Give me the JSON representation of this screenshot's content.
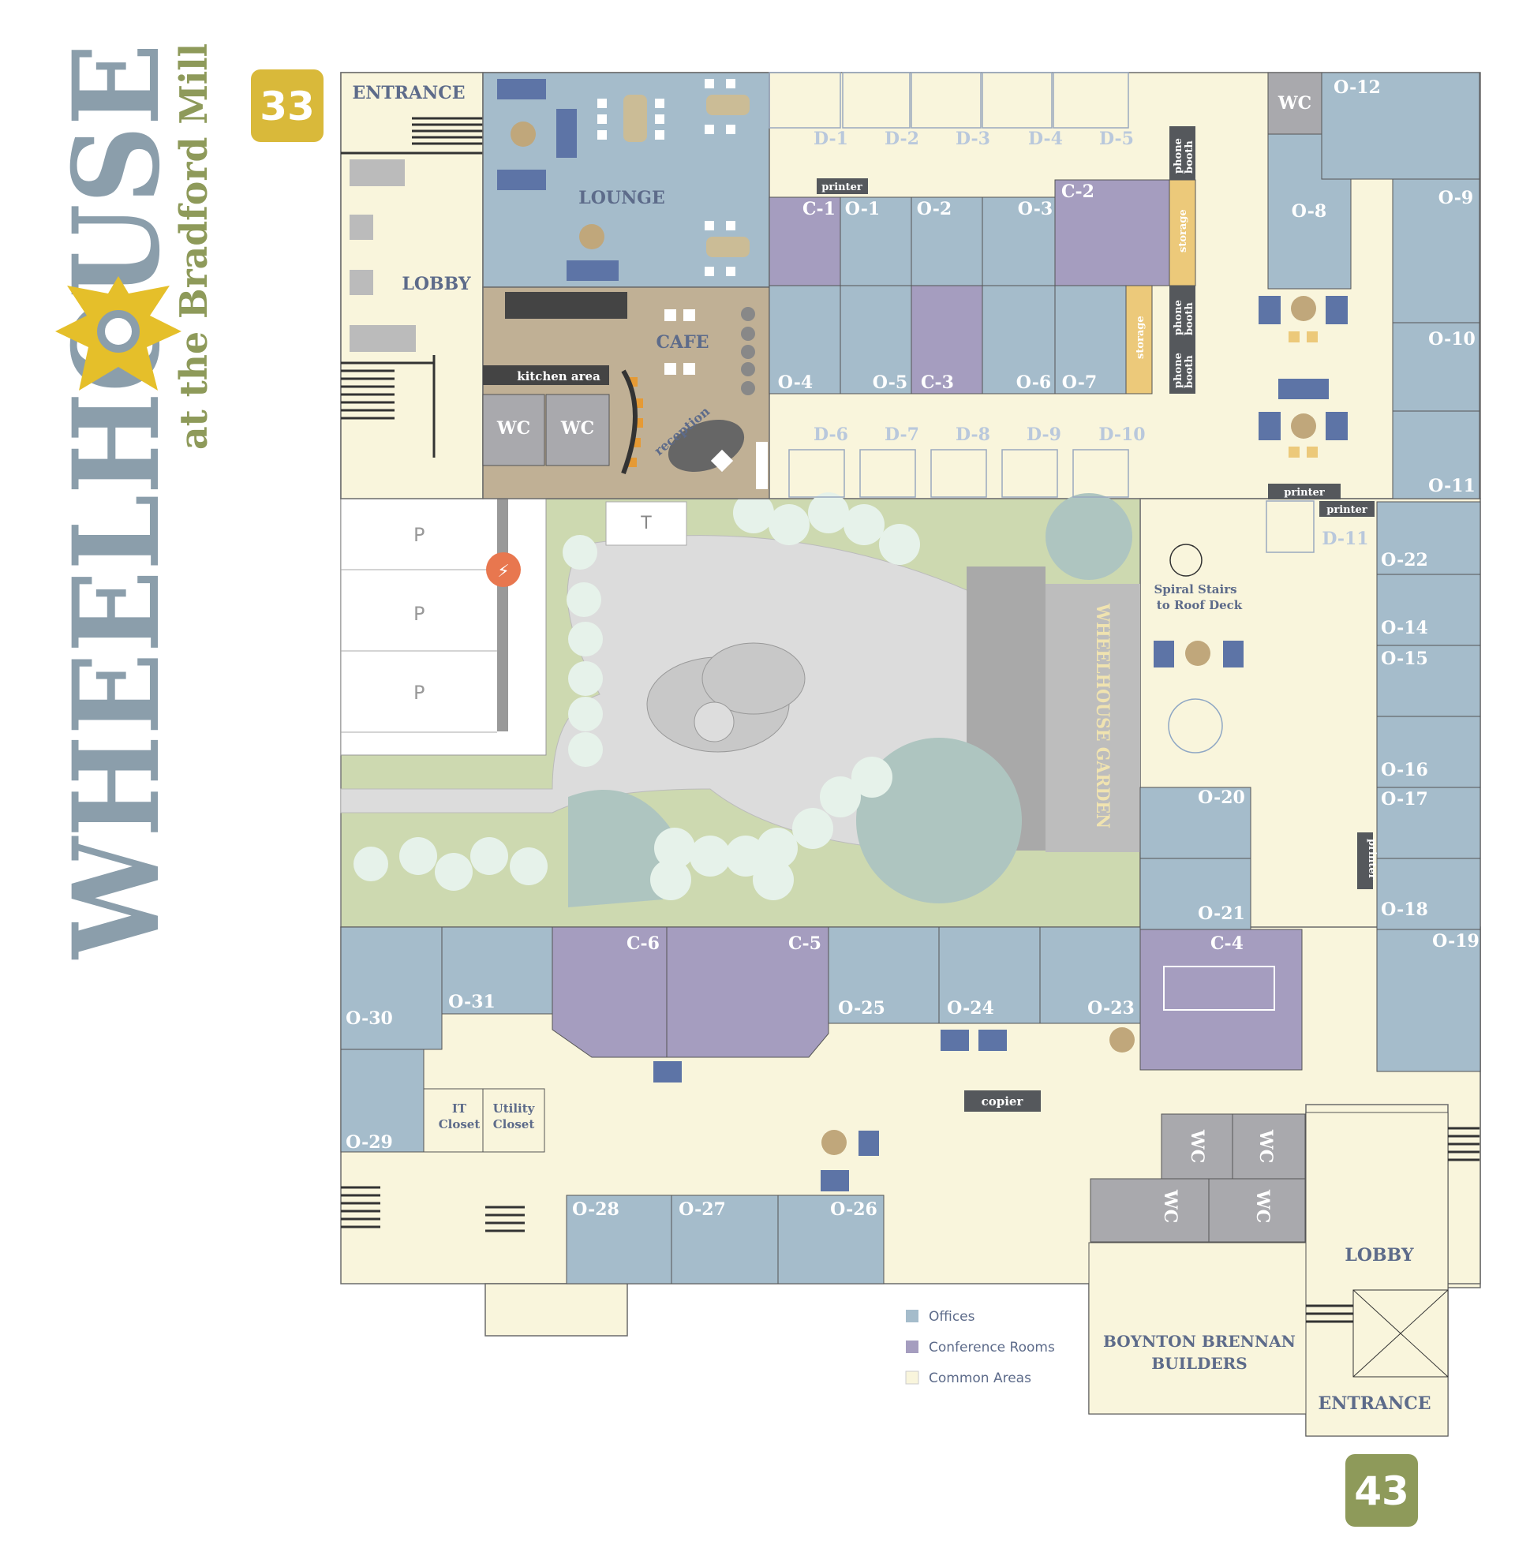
{
  "brand": {
    "title": "WHEELHOUSE",
    "subtitle": "at the Bradford Mill",
    "colors": {
      "title": "#8b9eab",
      "subtitle": "#8e9a5a",
      "star": "#e5bf2a"
    }
  },
  "building_numbers": {
    "top": "33",
    "bottom": "43"
  },
  "colors": {
    "office": "#a5bccb",
    "conference": "#a59dbf",
    "common": "#f9f5dc",
    "cafe": "#c0b095",
    "wc": "#a9a9ad",
    "storage": "#ecc97a",
    "label_dark": "#5d6b8a",
    "sign_bg": "#55585c",
    "garden": "#cdd9b0"
  },
  "rooms": {
    "entrance_top": "ENTRANCE",
    "lobby_top": "LOBBY",
    "lounge": "LOUNGE",
    "cafe": "CAFE",
    "kitchen": "kitchen area",
    "reception": "reception",
    "wc": "WC",
    "storage": "storage",
    "phone_booth_a": "phone",
    "phone_booth_b": "booth",
    "printer": "printer",
    "copier": "copier",
    "it_closet_a": "IT",
    "it_closet_b": "Closet",
    "utility_closet_a": "Utility",
    "utility_closet_b": "Closet",
    "lobby_bottom": "LOBBY",
    "entrance_bottom": "ENTRANCE",
    "tenant_a": "BOYNTON BRENNAN",
    "tenant_b": "BUILDERS",
    "spiral_a": "Spiral Stairs",
    "spiral_b": "to Roof Deck",
    "garden": "WHEELHOUSE GARDEN",
    "parking": "P",
    "table": "T"
  },
  "desks_top": [
    "D-1",
    "D-2",
    "D-3",
    "D-4",
    "D-5"
  ],
  "desks_mid": [
    "D-6",
    "D-7",
    "D-8",
    "D-9",
    "D-10"
  ],
  "desk_11": "D-11",
  "offices": {
    "o1": "O-1",
    "o2": "O-2",
    "o3": "O-3",
    "o4": "O-4",
    "o5": "O-5",
    "o6": "O-6",
    "o7": "O-7",
    "o8": "O-8",
    "o9": "O-9",
    "o10": "O-10",
    "o11": "O-11",
    "o12": "O-12",
    "o14": "O-14",
    "o15": "O-15",
    "o16": "O-16",
    "o17": "O-17",
    "o18": "O-18",
    "o19": "O-19",
    "o20": "O-20",
    "o21": "O-21",
    "o22": "O-22",
    "o23": "O-23",
    "o24": "O-24",
    "o25": "O-25",
    "o26": "O-26",
    "o27": "O-27",
    "o28": "O-28",
    "o29": "O-29",
    "o30": "O-30",
    "o31": "O-31"
  },
  "conference": {
    "c1": "C-1",
    "c2": "C-2",
    "c3": "C-3",
    "c4": "C-4",
    "c5": "C-5",
    "c6": "C-6"
  },
  "legend": {
    "offices": "Offices",
    "conference": "Conference Rooms",
    "common": "Common Areas"
  }
}
